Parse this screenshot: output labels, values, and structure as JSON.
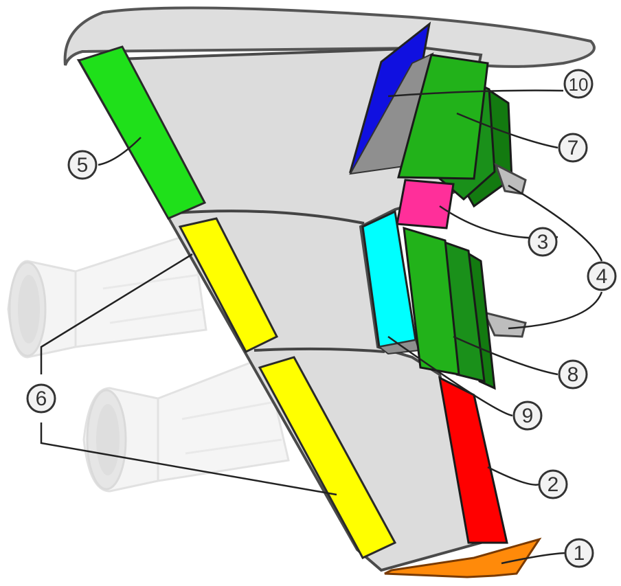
{
  "colors": {
    "wing": "#dcdcdc",
    "wing_edge": "#8a8a8a",
    "outline": "#3a3a3a",
    "ghost": "#e8e8e8",
    "ghost_edge": "#c9c9c9",
    "flap_green": "#22b21a",
    "flap_green_dark": "#137a10",
    "slat_green": "#1fe01a",
    "slat_yellow": "#ffff00",
    "spoiler_blue": "#1010e0",
    "spoiler_cyan": "#00ffff",
    "aileron_pink": "#ff2f9a",
    "aileron_red": "#ff0000",
    "wingtip_orange": "#ff8a0a",
    "callout_fill": "#f2f2f2"
  },
  "callouts": [
    {
      "id": "1",
      "icon": "circle"
    },
    {
      "id": "2",
      "icon": "circle"
    },
    {
      "id": "3",
      "icon": "circle"
    },
    {
      "id": "4",
      "icon": "circle"
    },
    {
      "id": "5",
      "icon": "circle"
    },
    {
      "id": "6",
      "icon": "circle"
    },
    {
      "id": "7",
      "icon": "circle"
    },
    {
      "id": "8",
      "icon": "circle"
    },
    {
      "id": "9",
      "icon": "circle"
    },
    {
      "id": "10",
      "icon": "circle"
    }
  ]
}
